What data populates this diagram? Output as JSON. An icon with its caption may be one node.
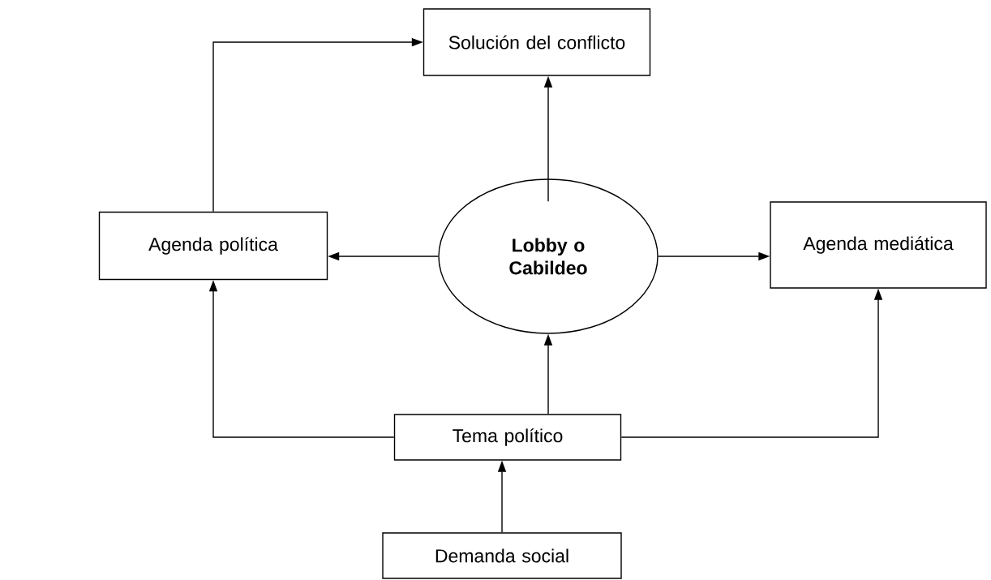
{
  "diagram": {
    "nodes": [
      {
        "text": [
          "Solución del conflicto"
        ]
      },
      {
        "text": [
          "Agenda política"
        ]
      },
      {
        "text": [
          "Lobby o Cabildeo"
        ]
      },
      {
        "text": [
          "Agenda mediática"
        ]
      },
      {
        "text": [
          "Tema político"
        ]
      },
      {
        "text": [
          "Demanda social"
        ]
      }
    ],
    "edges": [
      {
        "from": 1,
        "to": 0,
        "arrow": "to"
      },
      {
        "from": 2,
        "to": 0,
        "arrow": "to"
      },
      {
        "from": 2,
        "to": 1,
        "arrow": "to"
      },
      {
        "from": 2,
        "to": 3,
        "arrow": "to"
      },
      {
        "from": 4,
        "to": 2,
        "arrow": "to"
      },
      {
        "from": 4,
        "to": 1,
        "arrow": "to"
      },
      {
        "from": 4,
        "to": 3,
        "arrow": "to"
      },
      {
        "from": 5,
        "to": 4,
        "arrow": "to"
      }
    ]
  }
}
